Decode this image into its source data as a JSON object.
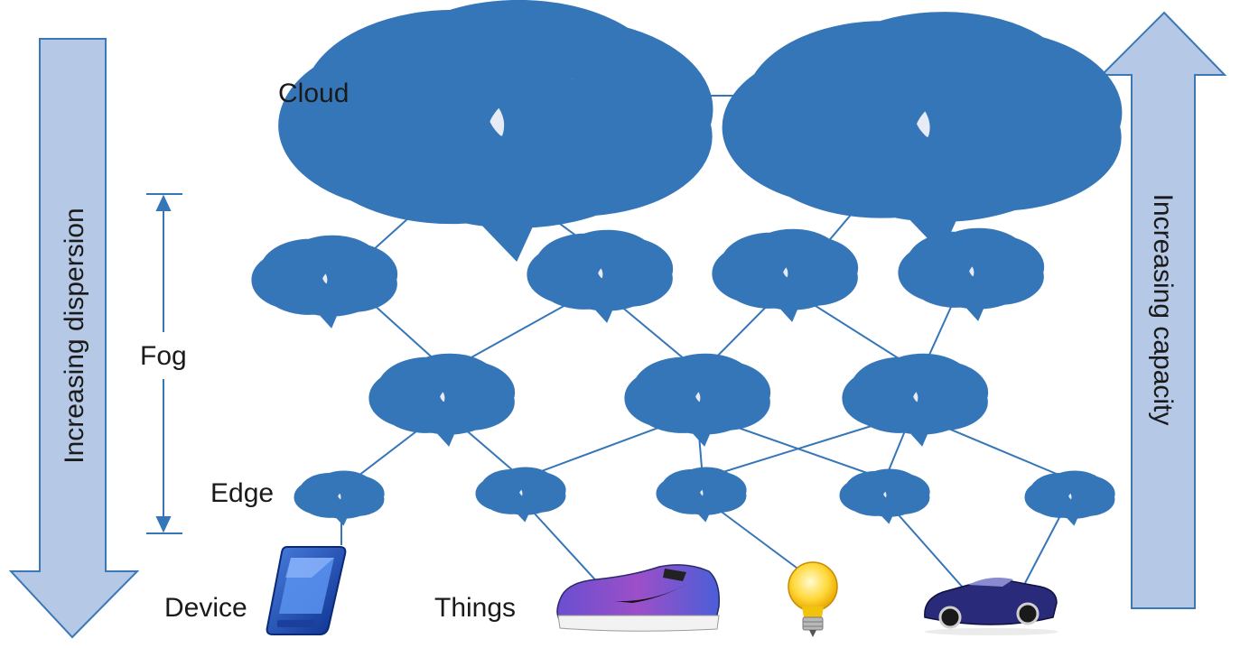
{
  "labels": {
    "cloud": "Cloud",
    "fog": "Fog",
    "edge": "Edge",
    "device": "Device",
    "things": "Things"
  },
  "arrows": {
    "left": "Increasing dispersion",
    "right": "Increasing capacity"
  },
  "colors": {
    "line": "#3576b8",
    "cloud_fill": "#e6ebf6",
    "arrow_fill": "#b5c8e6"
  },
  "icons": [
    "smartphone-icon",
    "sneaker-icon",
    "lightbulb-icon",
    "car-icon"
  ]
}
